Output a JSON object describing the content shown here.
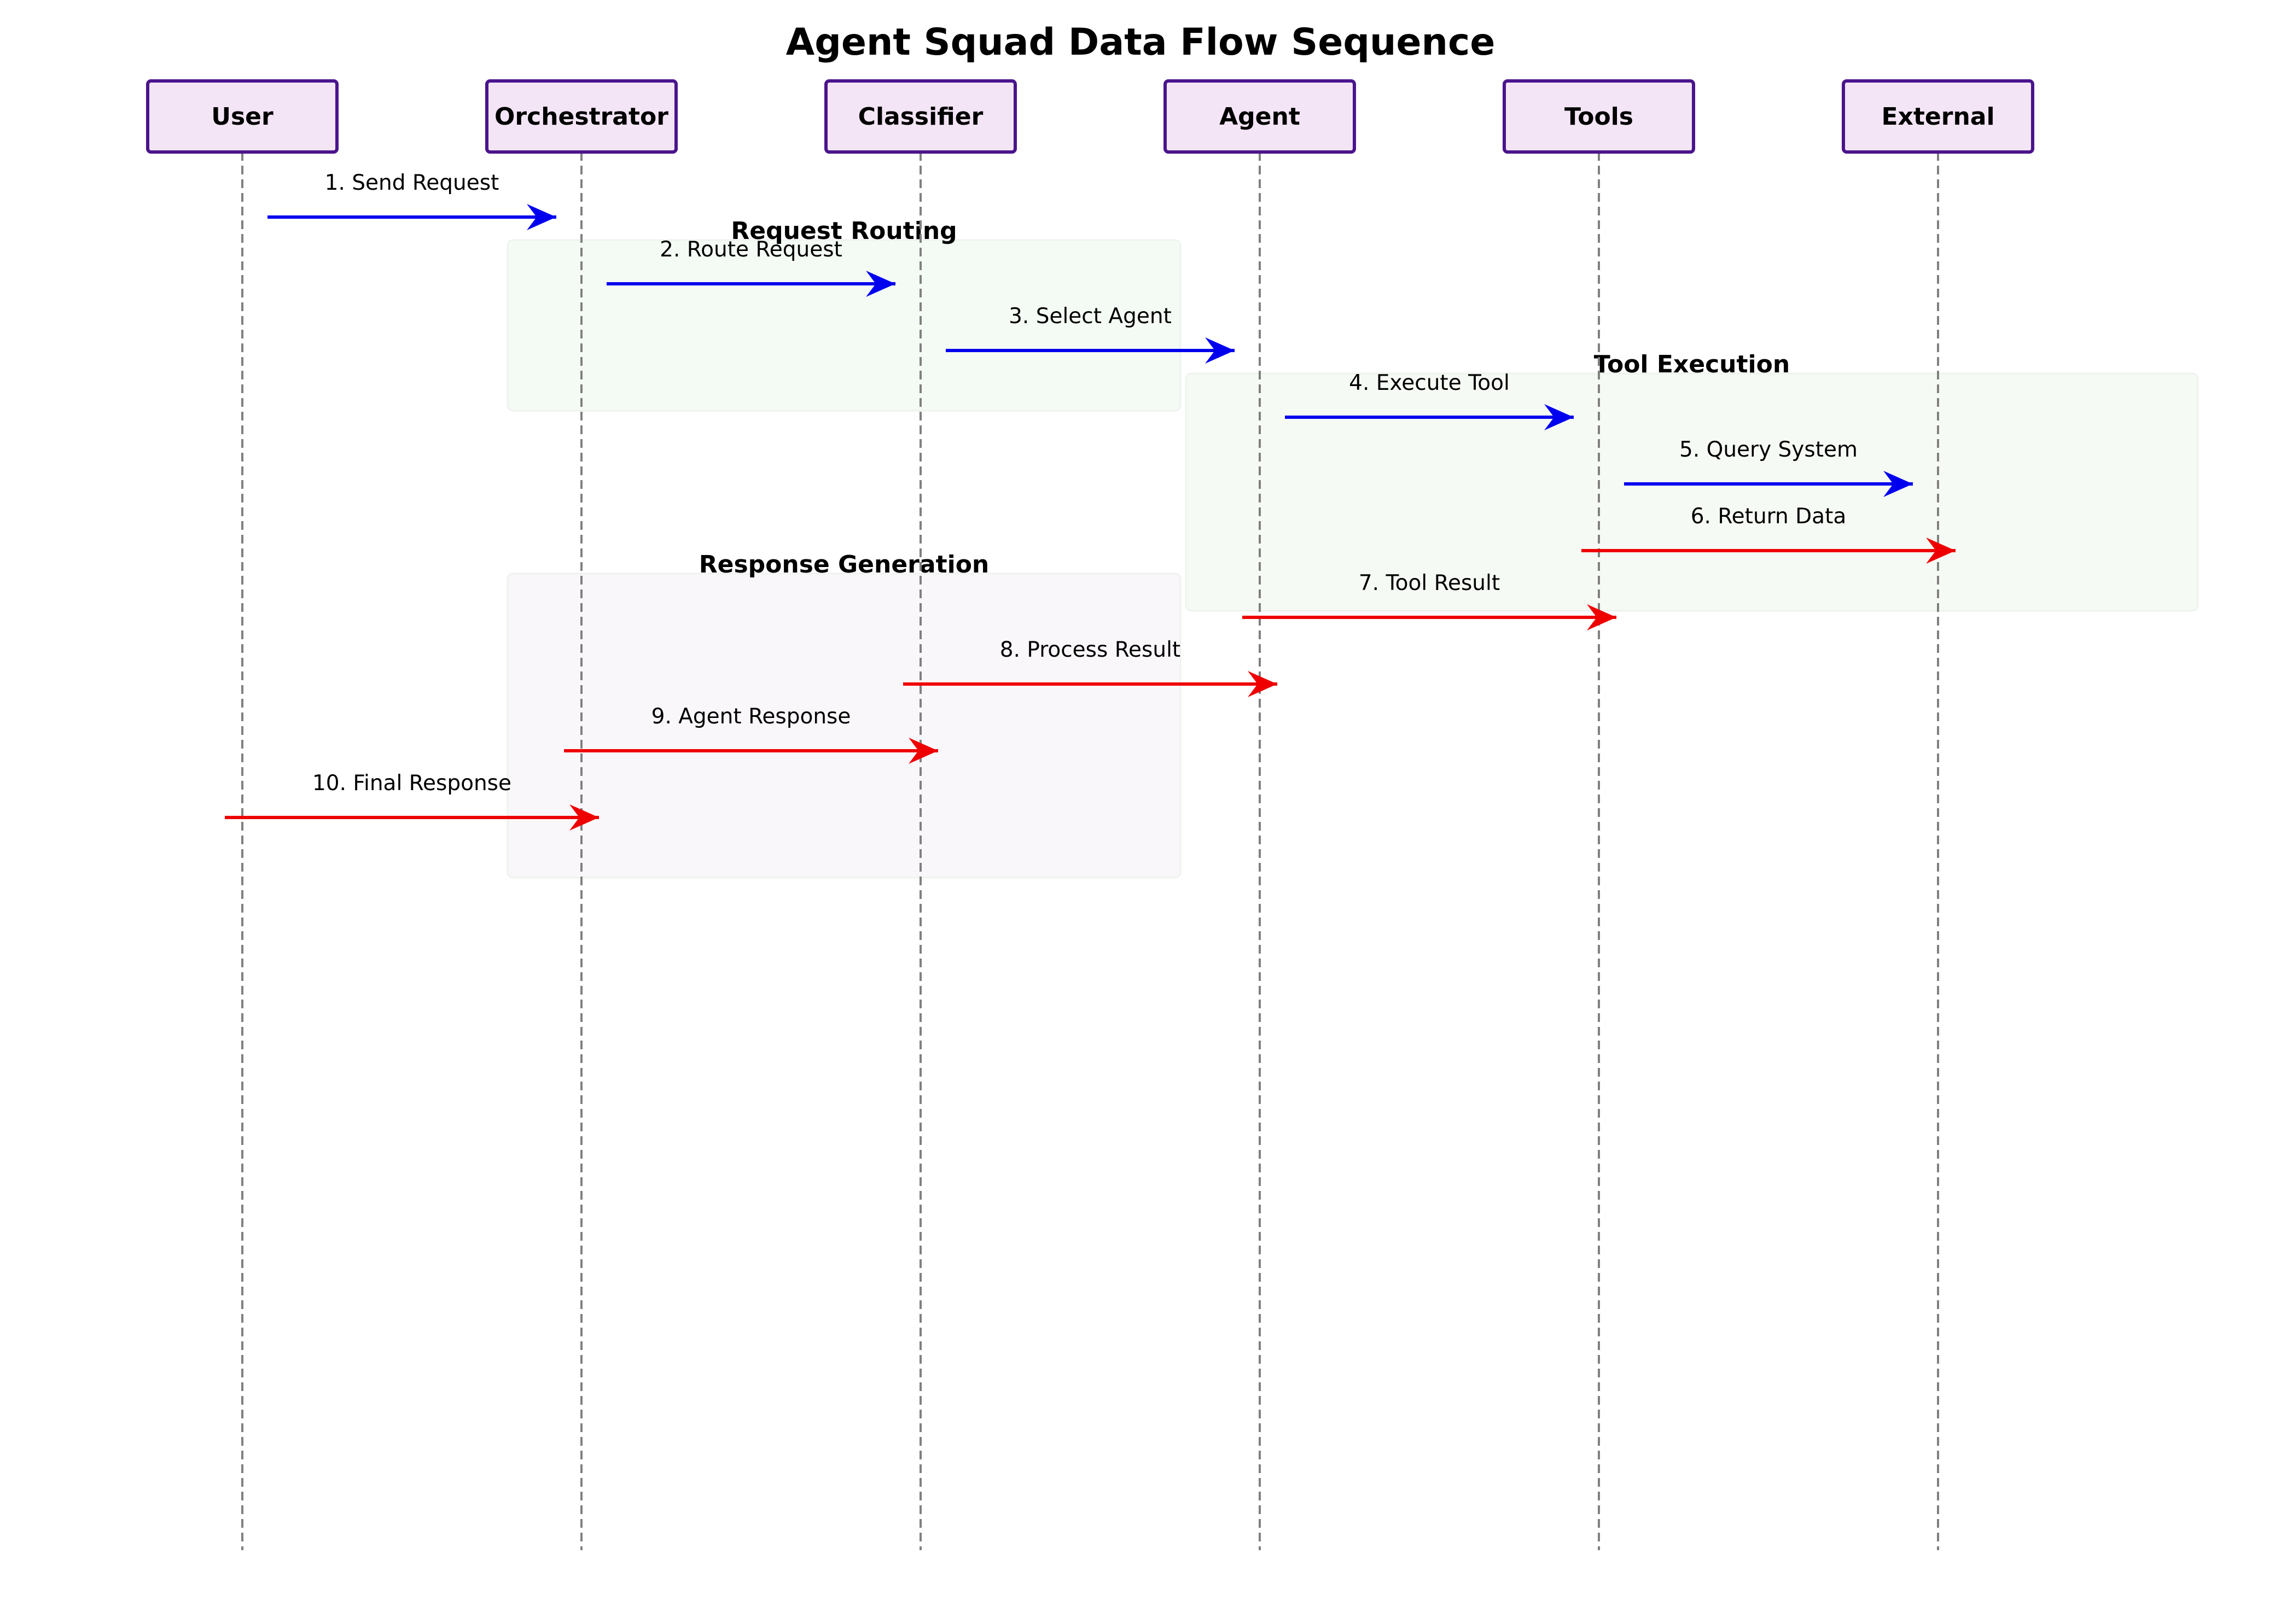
{
  "title": "Agent Squad Data Flow Sequence",
  "colors": {
    "actor_fill": "#f3e5f5",
    "actor_stroke": "#4a148c",
    "lifeline": "#808080",
    "request_arrow": "#0000ee",
    "response_arrow": "#ee0000",
    "group_request_routing": "#f4fbf4",
    "group_tool_execution": "#f6faf4",
    "group_response_generation": "#faf7fb"
  },
  "actors": [
    {
      "id": "user",
      "label": "User"
    },
    {
      "id": "orchestrator",
      "label": "Orchestrator"
    },
    {
      "id": "classifier",
      "label": "Classifier"
    },
    {
      "id": "agent",
      "label": "Agent"
    },
    {
      "id": "tools",
      "label": "Tools"
    },
    {
      "id": "external",
      "label": "External"
    }
  ],
  "groups": [
    {
      "id": "request-routing",
      "label": "Request Routing",
      "from": "orchestrator",
      "to": "classifier",
      "first_step": 2,
      "last_step": 3
    },
    {
      "id": "tool-execution",
      "label": "Tool Execution",
      "from": "agent",
      "to": "external",
      "first_step": 4,
      "last_step": 6
    },
    {
      "id": "response-generation",
      "label": "Response Generation",
      "from": "orchestrator",
      "to": "classifier",
      "first_step": 7,
      "last_step": 10
    }
  ],
  "messages": [
    {
      "step": 1,
      "label": "1. Send Request",
      "from": "user",
      "to": "orchestrator",
      "kind": "request"
    },
    {
      "step": 2,
      "label": "2. Route Request",
      "from": "orchestrator",
      "to": "classifier",
      "kind": "request"
    },
    {
      "step": 3,
      "label": "3. Select Agent",
      "from": "classifier",
      "to": "agent",
      "kind": "request"
    },
    {
      "step": 4,
      "label": "4. Execute Tool",
      "from": "agent",
      "to": "tools",
      "kind": "request"
    },
    {
      "step": 5,
      "label": "5. Query System",
      "from": "tools",
      "to": "external",
      "kind": "request"
    },
    {
      "step": 6,
      "label": "6. Return Data",
      "from": "tools",
      "to": "external",
      "kind": "response"
    },
    {
      "step": 7,
      "label": "7. Tool Result",
      "from": "agent",
      "to": "tools",
      "kind": "response"
    },
    {
      "step": 8,
      "label": "8. Process Result",
      "from": "classifier",
      "to": "agent",
      "kind": "response"
    },
    {
      "step": 9,
      "label": "9. Agent Response",
      "from": "orchestrator",
      "to": "classifier",
      "kind": "response"
    },
    {
      "step": 10,
      "label": "10. Final Response",
      "from": "user",
      "to": "orchestrator",
      "kind": "response"
    }
  ]
}
